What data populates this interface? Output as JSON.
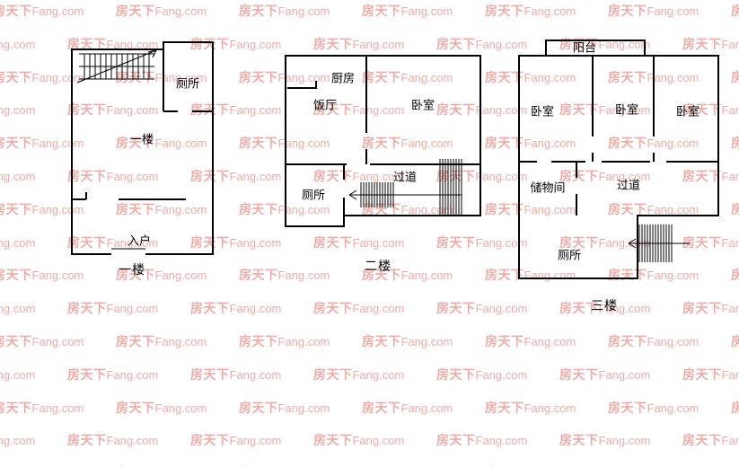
{
  "watermark": {
    "cn": "房天下",
    "en": "Fang.com",
    "color": "#efa39e"
  },
  "floors": {
    "f1": {
      "caption": "一楼",
      "rooms": {
        "toilet": "厕所",
        "hall": "一楼",
        "entry": "入户"
      }
    },
    "f2": {
      "caption": "二楼",
      "rooms": {
        "kitchen": "厨房",
        "dining": "饭厅",
        "bedroom": "卧室",
        "toilet": "厕所",
        "corridor": "过道"
      }
    },
    "f3": {
      "caption": "三楼",
      "rooms": {
        "balcony": "阳台",
        "bedroom_left": "卧室",
        "bedroom_mid": "卧室",
        "bedroom_right": "卧室",
        "storage": "储物间",
        "corridor": "过道",
        "toilet": "厕所"
      }
    }
  }
}
